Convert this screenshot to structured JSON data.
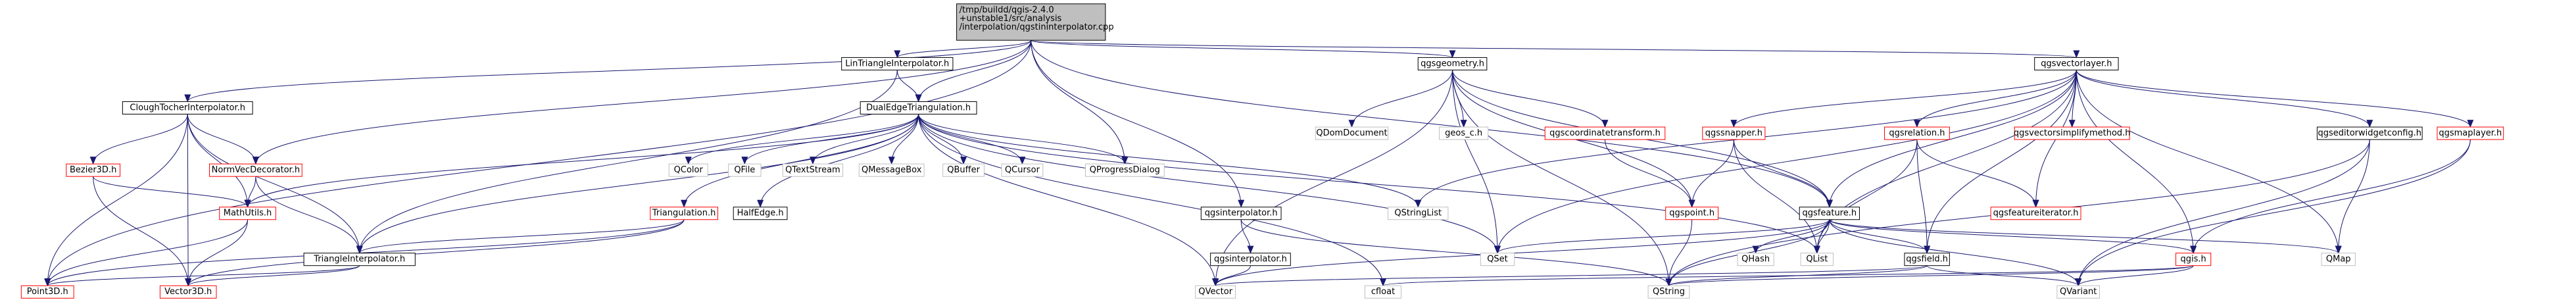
{
  "graph": {
    "root": {
      "id": "root",
      "lines": [
        "/tmp/buildd/qgis-2.4.0",
        "+unstable1/src/analysis",
        "/interpolation/qgstininterpolator.cpp"
      ],
      "style": "root"
    },
    "nodes": [
      {
        "id": "linTri",
        "lines": [
          "LinTriangleInterpolator.h"
        ],
        "style": "black"
      },
      {
        "id": "qgsgeometry",
        "lines": [
          "qgsgeometry.h"
        ],
        "style": "black"
      },
      {
        "id": "qgsvectorlayer",
        "lines": [
          "qgsvectorlayer.h"
        ],
        "style": "black"
      },
      {
        "id": "clough",
        "lines": [
          "CloughTocherInterpolator.h"
        ],
        "style": "black"
      },
      {
        "id": "dualEdge",
        "lines": [
          "DualEdgeTriangulation.h"
        ],
        "style": "black"
      },
      {
        "id": "qdom",
        "lines": [
          "QDomDocument"
        ],
        "style": "gray"
      },
      {
        "id": "geos",
        "lines": [
          "geos_c.h"
        ],
        "style": "gray"
      },
      {
        "id": "qgsvsm",
        "lines": [
          "qgsvectorsimplifymethod.h"
        ],
        "style": "red"
      },
      {
        "id": "bezier",
        "lines": [
          "Bezier3D.h"
        ],
        "style": "red"
      },
      {
        "id": "normVec",
        "lines": [
          "NormVecDecorator.h"
        ],
        "style": "red"
      },
      {
        "id": "qcolor",
        "lines": [
          "QColor"
        ],
        "style": "gray"
      },
      {
        "id": "qfile",
        "lines": [
          "QFile"
        ],
        "style": "gray"
      },
      {
        "id": "qtextstream",
        "lines": [
          "QTextStream"
        ],
        "style": "gray"
      },
      {
        "id": "qmessagebox",
        "lines": [
          "QMessageBox"
        ],
        "style": "gray"
      },
      {
        "id": "qbuffer",
        "lines": [
          "QBuffer"
        ],
        "style": "gray"
      },
      {
        "id": "qcursor",
        "lines": [
          "QCursor"
        ],
        "style": "gray"
      },
      {
        "id": "qprogress",
        "lines": [
          "QProgressDialog"
        ],
        "style": "gray"
      },
      {
        "id": "qgscoord",
        "lines": [
          "qgscoordinatetransform.h"
        ],
        "style": "red"
      },
      {
        "id": "qgssnapper",
        "lines": [
          "qgssnapper.h"
        ],
        "style": "red"
      },
      {
        "id": "qgsrelation",
        "lines": [
          "qgsrelation.h"
        ],
        "style": "red"
      },
      {
        "id": "qgseditor",
        "lines": [
          "qgseditorwidgetconfig.h"
        ],
        "style": "black"
      },
      {
        "id": "qgsmaplayer",
        "lines": [
          "qgsmaplayer.h"
        ],
        "style": "red"
      },
      {
        "id": "triangulation",
        "lines": [
          "Triangulation.h"
        ],
        "style": "red"
      },
      {
        "id": "halfedge",
        "lines": [
          "HalfEdge.h"
        ],
        "style": "black"
      },
      {
        "id": "qgsinterp",
        "lines": [
          "qgsinterpolator.h"
        ],
        "style": "black"
      },
      {
        "id": "qstringlist",
        "lines": [
          "QStringList"
        ],
        "style": "gray"
      },
      {
        "id": "qgspoint",
        "lines": [
          "qgspoint.h"
        ],
        "style": "red"
      },
      {
        "id": "qgsfeature",
        "lines": [
          "qgsfeature.h"
        ],
        "style": "black"
      },
      {
        "id": "qgsfeatit",
        "lines": [
          "qgsfeatureiterator.h"
        ],
        "style": "red"
      },
      {
        "id": "mathutils",
        "lines": [
          "MathUtils.h"
        ],
        "style": "red"
      },
      {
        "id": "triInterp",
        "lines": [
          "TriangleInterpolator.h"
        ],
        "style": "black"
      },
      {
        "id": "qgsinterp2",
        "lines": [
          "qgsinterpolator.h"
        ],
        "style": "black"
      },
      {
        "id": "qset",
        "lines": [
          "QSet"
        ],
        "style": "gray"
      },
      {
        "id": "qhash",
        "lines": [
          "QHash"
        ],
        "style": "gray"
      },
      {
        "id": "qlist",
        "lines": [
          "QList"
        ],
        "style": "gray"
      },
      {
        "id": "qgsfield",
        "lines": [
          "qgsfield.h"
        ],
        "style": "black"
      },
      {
        "id": "qgsh",
        "lines": [
          "qgis.h"
        ],
        "style": "red"
      },
      {
        "id": "qmap",
        "lines": [
          "QMap"
        ],
        "style": "gray"
      },
      {
        "id": "point3d",
        "lines": [
          "Point3D.h"
        ],
        "style": "red"
      },
      {
        "id": "vector3d",
        "lines": [
          "Vector3D.h"
        ],
        "style": "red"
      },
      {
        "id": "qvector",
        "lines": [
          "QVector"
        ],
        "style": "gray"
      },
      {
        "id": "cfloat",
        "lines": [
          "cfloat"
        ],
        "style": "gray"
      },
      {
        "id": "qstring",
        "lines": [
          "QString"
        ],
        "style": "gray"
      },
      {
        "id": "qvariant",
        "lines": [
          "QVariant"
        ],
        "style": "gray"
      }
    ],
    "edges": [
      [
        "root",
        "linTri"
      ],
      [
        "root",
        "qgsgeometry"
      ],
      [
        "root",
        "qgsvectorlayer"
      ],
      [
        "root",
        "clough"
      ],
      [
        "root",
        "dualEdge"
      ],
      [
        "root",
        "qprogress"
      ],
      [
        "root",
        "qgsinterp"
      ],
      [
        "root",
        "qgsfeature"
      ],
      [
        "root",
        "normVec"
      ],
      [
        "root",
        "point3d"
      ],
      [
        "linTri",
        "dualEdge"
      ],
      [
        "linTri",
        "triInterp"
      ],
      [
        "qgsgeometry",
        "qdom"
      ],
      [
        "qgsgeometry",
        "geos"
      ],
      [
        "qgsgeometry",
        "qgscoord"
      ],
      [
        "qgsgeometry",
        "qgspoint"
      ],
      [
        "qgsgeometry",
        "qgsfeature"
      ],
      [
        "qgsgeometry",
        "qset"
      ],
      [
        "qgsgeometry",
        "qvector"
      ],
      [
        "qgsgeometry",
        "qstring"
      ],
      [
        "qgsvectorlayer",
        "qgsvsm"
      ],
      [
        "qgsvectorlayer",
        "qgssnapper"
      ],
      [
        "qgsvectorlayer",
        "qgsrelation"
      ],
      [
        "qgsvectorlayer",
        "qgseditor"
      ],
      [
        "qgsvectorlayer",
        "qgsmaplayer"
      ],
      [
        "qgsvectorlayer",
        "qgsfeature"
      ],
      [
        "qgsvectorlayer",
        "qgsfeatit"
      ],
      [
        "qgsvectorlayer",
        "qstringlist"
      ],
      [
        "qgsvectorlayer",
        "qset"
      ],
      [
        "qgsvectorlayer",
        "qlist"
      ],
      [
        "qgsvectorlayer",
        "qgsfield"
      ],
      [
        "qgsvectorlayer",
        "qgsh"
      ],
      [
        "qgsvectorlayer",
        "qmap"
      ],
      [
        "clough",
        "bezier"
      ],
      [
        "clough",
        "normVec"
      ],
      [
        "clough",
        "mathutils"
      ],
      [
        "clough",
        "triInterp"
      ],
      [
        "clough",
        "point3d"
      ],
      [
        "clough",
        "vector3d"
      ],
      [
        "dualEdge",
        "triangulation"
      ],
      [
        "dualEdge",
        "halfedge"
      ],
      [
        "dualEdge",
        "qcolor"
      ],
      [
        "dualEdge",
        "qfile"
      ],
      [
        "dualEdge",
        "qtextstream"
      ],
      [
        "dualEdge",
        "qmessagebox"
      ],
      [
        "dualEdge",
        "qbuffer"
      ],
      [
        "dualEdge",
        "qcursor"
      ],
      [
        "dualEdge",
        "qprogress"
      ],
      [
        "dualEdge",
        "qstringlist"
      ],
      [
        "dualEdge",
        "mathutils"
      ],
      [
        "dualEdge",
        "qset"
      ],
      [
        "dualEdge",
        "qlist"
      ],
      [
        "dualEdge",
        "qvector"
      ],
      [
        "dualEdge",
        "cfloat"
      ],
      [
        "dualEdge",
        "triInterp"
      ],
      [
        "qgscoord",
        "qgspoint"
      ],
      [
        "qgssnapper",
        "qgspoint"
      ],
      [
        "qgssnapper",
        "qgsfeature"
      ],
      [
        "qgssnapper",
        "qlist"
      ],
      [
        "qgsrelation",
        "qlist"
      ],
      [
        "qgsrelation",
        "qgsfield"
      ],
      [
        "qgsrelation",
        "qgsfeatit"
      ],
      [
        "qgseditor",
        "qmap"
      ],
      [
        "qgseditor",
        "qstring"
      ],
      [
        "qgseditor",
        "qvariant"
      ],
      [
        "qgsmaplayer",
        "qgsh"
      ],
      [
        "qgsmaplayer",
        "qvariant"
      ],
      [
        "triangulation",
        "triInterp"
      ],
      [
        "triangulation",
        "vector3d"
      ],
      [
        "triangulation",
        "point3d"
      ],
      [
        "qgsinterp",
        "qgsinterp2"
      ],
      [
        "qgsinterp",
        "qstring"
      ],
      [
        "qgspoint",
        "qstring"
      ],
      [
        "qgsfeature",
        "qset"
      ],
      [
        "qgsfeature",
        "qhash"
      ],
      [
        "qgsfeature",
        "qlist"
      ],
      [
        "qgsfeature",
        "qgsfield"
      ],
      [
        "qgsfeature",
        "qgsh"
      ],
      [
        "qgsfeature",
        "qmap"
      ],
      [
        "qgsfeature",
        "qvector"
      ],
      [
        "qgsfeature",
        "qstring"
      ],
      [
        "qgsfeature",
        "qvariant"
      ],
      [
        "normVec",
        "mathutils"
      ],
      [
        "normVec",
        "triInterp"
      ],
      [
        "bezier",
        "mathutils"
      ],
      [
        "bezier",
        "vector3d"
      ],
      [
        "mathutils",
        "point3d"
      ],
      [
        "mathutils",
        "vector3d"
      ],
      [
        "triInterp",
        "point3d"
      ],
      [
        "triInterp",
        "vector3d"
      ],
      [
        "qgsinterp2",
        "qvector"
      ],
      [
        "qgsfield",
        "qstring"
      ],
      [
        "qgsfield",
        "qvariant"
      ],
      [
        "qgsfield",
        "qvector"
      ],
      [
        "qgsh",
        "cfloat"
      ],
      [
        "qgsh",
        "qstring"
      ],
      [
        "qgsh",
        "qvariant"
      ]
    ]
  },
  "colors": {
    "root_fill": "#bfbfbf",
    "node_fill": "#ffffff",
    "black": "#000000",
    "red": "#ff0000",
    "gray": "#bfbfbf",
    "edge": "#191970",
    "text": "#000000"
  }
}
